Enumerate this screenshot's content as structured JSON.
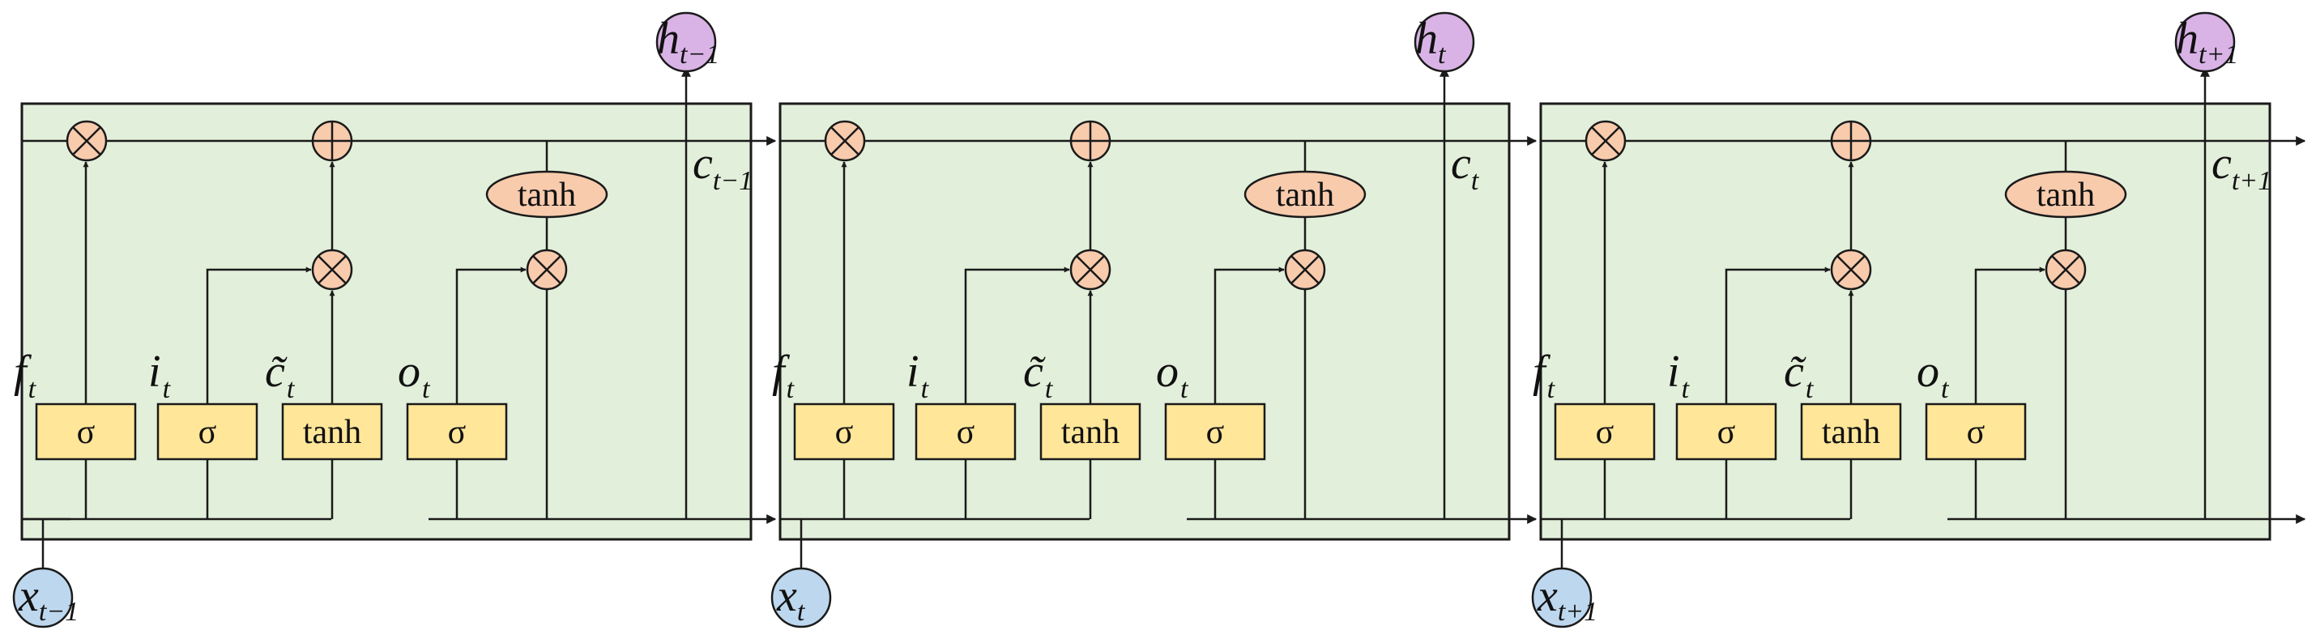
{
  "cells": [
    {
      "gates": [
        {
          "label": "σ",
          "var_main": "f",
          "var_sub": "t"
        },
        {
          "label": "σ",
          "var_main": "i",
          "var_sub": "t"
        },
        {
          "label": "tanh",
          "var_main": "c̃",
          "var_sub": "t"
        },
        {
          "label": "σ",
          "var_main": "o",
          "var_sub": "t"
        }
      ],
      "tanh_label": "tanh",
      "c_label": {
        "main": "c",
        "sub": "t−1"
      },
      "h_node": {
        "main": "h",
        "sub": "t−1"
      },
      "x_node": {
        "main": "x",
        "sub": "t−1"
      }
    },
    {
      "gates": [
        {
          "label": "σ",
          "var_main": "f",
          "var_sub": "t"
        },
        {
          "label": "σ",
          "var_main": "i",
          "var_sub": "t"
        },
        {
          "label": "tanh",
          "var_main": "c̃",
          "var_sub": "t"
        },
        {
          "label": "σ",
          "var_main": "o",
          "var_sub": "t"
        }
      ],
      "tanh_label": "tanh",
      "c_label": {
        "main": "c",
        "sub": "t"
      },
      "h_node": {
        "main": "h",
        "sub": "t"
      },
      "x_node": {
        "main": "x",
        "sub": "t"
      }
    },
    {
      "gates": [
        {
          "label": "σ",
          "var_main": "f",
          "var_sub": "t"
        },
        {
          "label": "σ",
          "var_main": "i",
          "var_sub": "t"
        },
        {
          "label": "tanh",
          "var_main": "c̃",
          "var_sub": "t"
        },
        {
          "label": "σ",
          "var_main": "o",
          "var_sub": "t"
        }
      ],
      "tanh_label": "tanh",
      "c_label": {
        "main": "c",
        "sub": "t+1"
      },
      "h_node": {
        "main": "h",
        "sub": "t+1"
      },
      "x_node": {
        "main": "x",
        "sub": "t+1"
      }
    }
  ],
  "colors": {
    "cell_fill": "#e2efda",
    "gate_fill": "#ffe699",
    "tanh_fill": "#f8cbad",
    "h_node_fill": "#d9b3e6",
    "x_node_fill": "#bdd7ee"
  }
}
